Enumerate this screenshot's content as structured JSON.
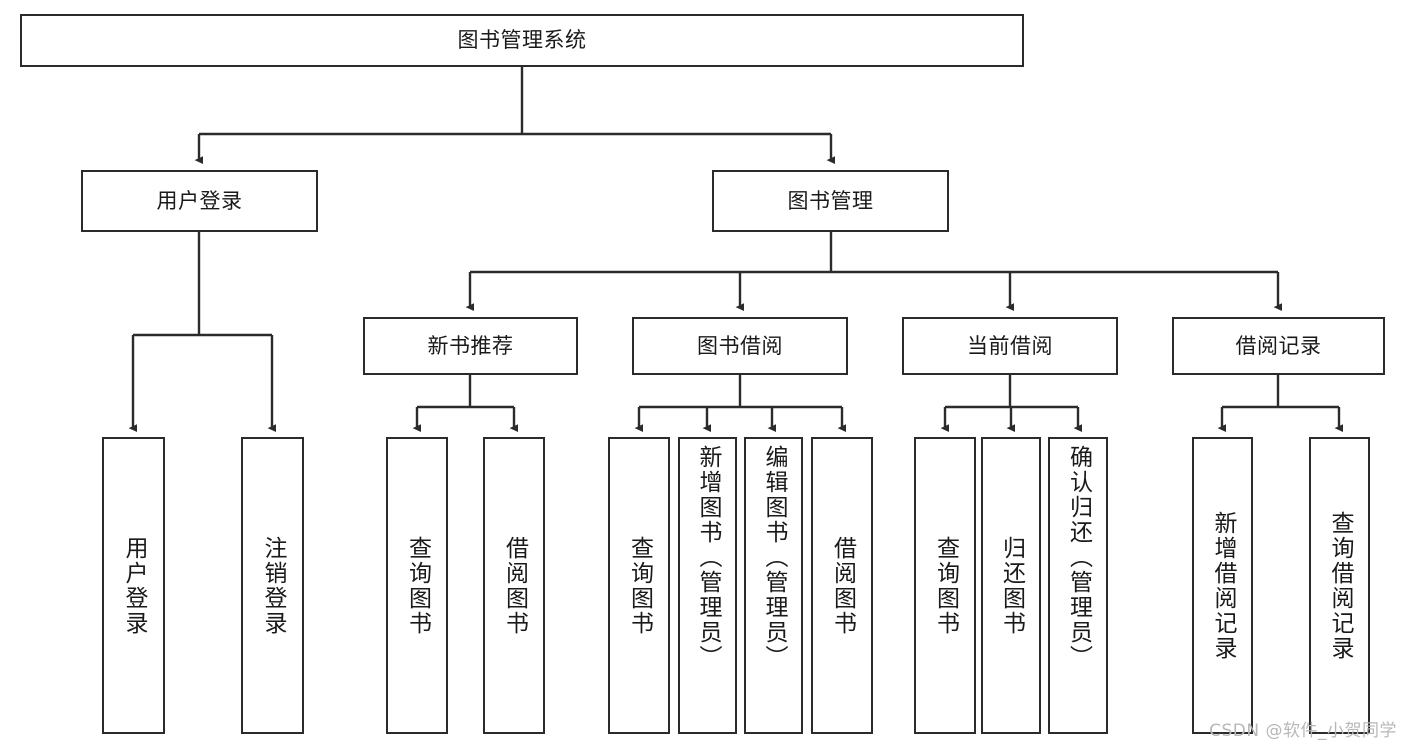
{
  "diagram": {
    "title": "图书管理系统",
    "type": "hierarchy-tree",
    "watermark": "CSDN @软件_小贺同学",
    "colors": {
      "node_border": "#2b2b2b",
      "node_fill": "#ffffff",
      "edge": "#2b2b2b",
      "text": "#1a1a1a",
      "watermark": "#b8b8b8"
    },
    "levels": {
      "level0": [
        {
          "id": "root",
          "label": "图书管理系统",
          "orientation": "horizontal"
        }
      ],
      "level1": [
        {
          "id": "user-login",
          "label": "用户登录",
          "orientation": "horizontal"
        },
        {
          "id": "book-manage",
          "label": "图书管理",
          "orientation": "horizontal"
        }
      ],
      "level2": [
        {
          "id": "new-book-rec",
          "label": "新书推荐",
          "orientation": "horizontal"
        },
        {
          "id": "book-borrow",
          "label": "图书借阅",
          "orientation": "horizontal"
        },
        {
          "id": "current-borrow",
          "label": "当前借阅",
          "orientation": "horizontal"
        },
        {
          "id": "borrow-record",
          "label": "借阅记录",
          "orientation": "horizontal"
        }
      ],
      "level3": [
        {
          "id": "leaf-user-login",
          "label": "用户登录",
          "orientation": "vertical",
          "parent": "user-login"
        },
        {
          "id": "leaf-logout",
          "label": "注销登录",
          "orientation": "vertical",
          "parent": "user-login"
        },
        {
          "id": "leaf-query-book-1",
          "label": "查询图书",
          "orientation": "vertical",
          "parent": "new-book-rec"
        },
        {
          "id": "leaf-borrow-book-1",
          "label": "借阅图书",
          "orientation": "vertical",
          "parent": "new-book-rec"
        },
        {
          "id": "leaf-query-book-2",
          "label": "查询图书",
          "orientation": "vertical",
          "parent": "book-borrow"
        },
        {
          "id": "leaf-add-book",
          "label": "新增图书（管理员）",
          "orientation": "vertical",
          "parent": "book-borrow"
        },
        {
          "id": "leaf-edit-book",
          "label": "编辑图书（管理员）",
          "orientation": "vertical",
          "parent": "book-borrow"
        },
        {
          "id": "leaf-borrow-book-2",
          "label": "借阅图书",
          "orientation": "vertical",
          "parent": "book-borrow"
        },
        {
          "id": "leaf-query-book-3",
          "label": "查询图书",
          "orientation": "vertical",
          "parent": "current-borrow"
        },
        {
          "id": "leaf-return-book",
          "label": "归还图书",
          "orientation": "vertical",
          "parent": "current-borrow"
        },
        {
          "id": "leaf-confirm-return",
          "label": "确认归还（管理员）",
          "orientation": "vertical",
          "parent": "current-borrow"
        },
        {
          "id": "leaf-add-record",
          "label": "新增借阅记录",
          "orientation": "vertical",
          "parent": "borrow-record"
        },
        {
          "id": "leaf-query-record",
          "label": "查询借阅记录",
          "orientation": "vertical",
          "parent": "borrow-record"
        }
      ]
    }
  }
}
